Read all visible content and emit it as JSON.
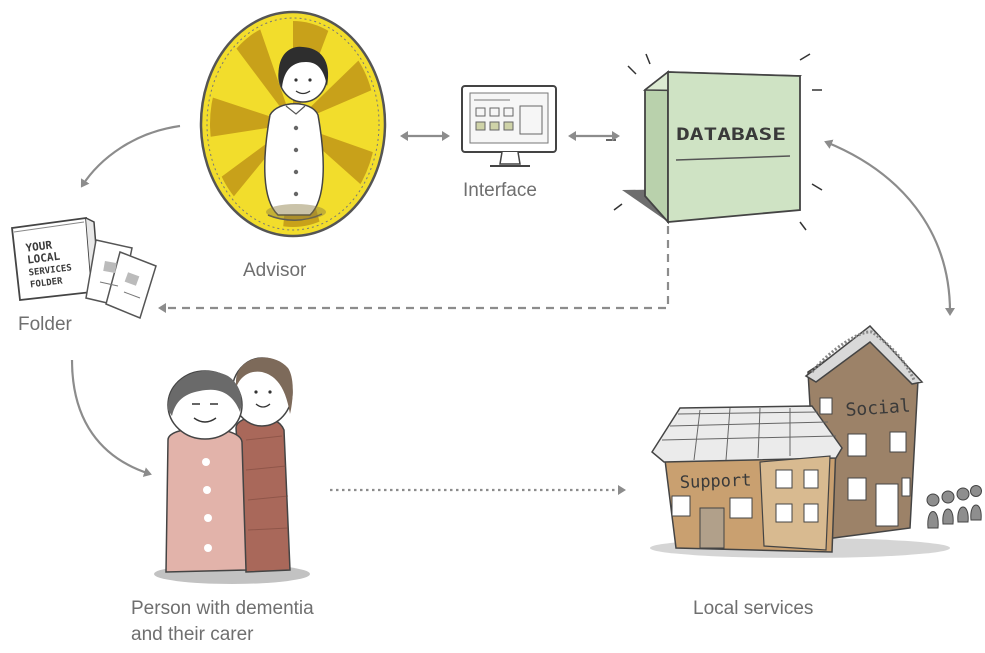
{
  "labels": {
    "advisor": "Advisor",
    "interface": "Interface",
    "folder": "Folder",
    "person_line1": "Person with dementia",
    "person_line2": "and their carer",
    "local_services": "Local services"
  },
  "illustration_text": {
    "database_sign": "DATABASE",
    "folder_cover": [
      "YOUR",
      "LOCAL",
      "SERVICES",
      "FOLDER"
    ],
    "support_sign": "Support",
    "social_sign": "Social"
  },
  "colors": {
    "sun_yellow": "#f2dd2c",
    "sun_ochre": "#c8a11a",
    "database_green": "#cfe3c4",
    "dress_pink": "#e2b3aa",
    "coat_brown": "#a9685a",
    "building_tan": "#c9a070",
    "building_brown": "#9c8268",
    "arrow_grey": "#8c8c8c"
  }
}
